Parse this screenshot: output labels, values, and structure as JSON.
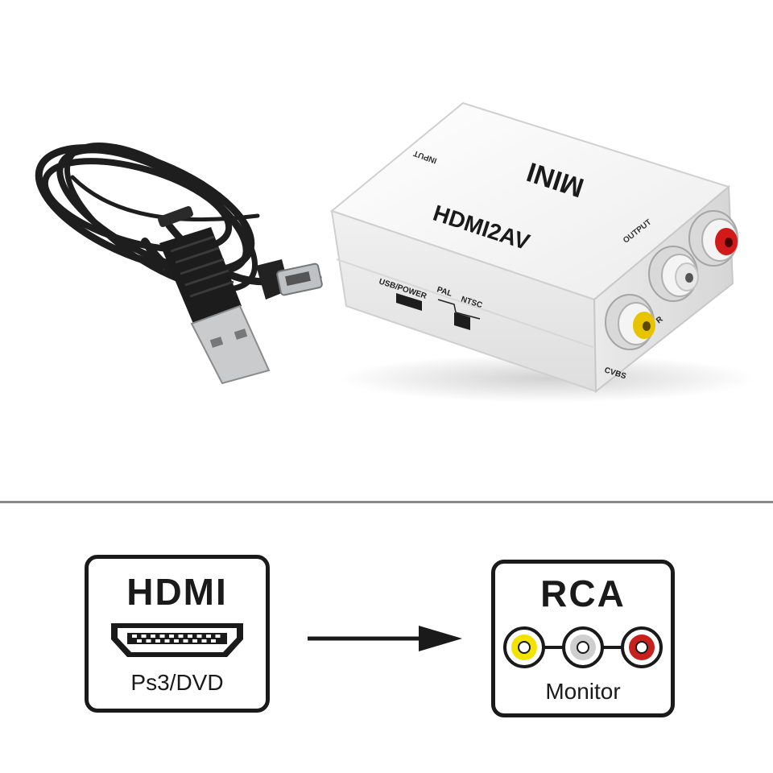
{
  "product": {
    "device_brand": "MINI",
    "device_model": "HDMI2AV",
    "input_label": "INPUT",
    "usb_power_label": "USB/POWER",
    "pal_label": "PAL",
    "ntsc_label": "NTSC",
    "output_label": "OUTPUT",
    "cvbs_label": "CVBS",
    "r_label": "R"
  },
  "diagram": {
    "source": {
      "title": "HDMI",
      "caption": "Ps3/DVD",
      "icon": "hdmi-port-icon"
    },
    "target": {
      "title": "RCA",
      "caption": "Monitor",
      "icon": "rca-jacks-icon",
      "jack_colors": [
        "#f2e300",
        "#cfcfcf",
        "#c8201e"
      ]
    },
    "arrow_icon": "right-arrow-icon"
  },
  "colors": {
    "outline": "#1a1a1a",
    "device_body": "#f3f3f3",
    "divider": "#8a8a8a"
  }
}
